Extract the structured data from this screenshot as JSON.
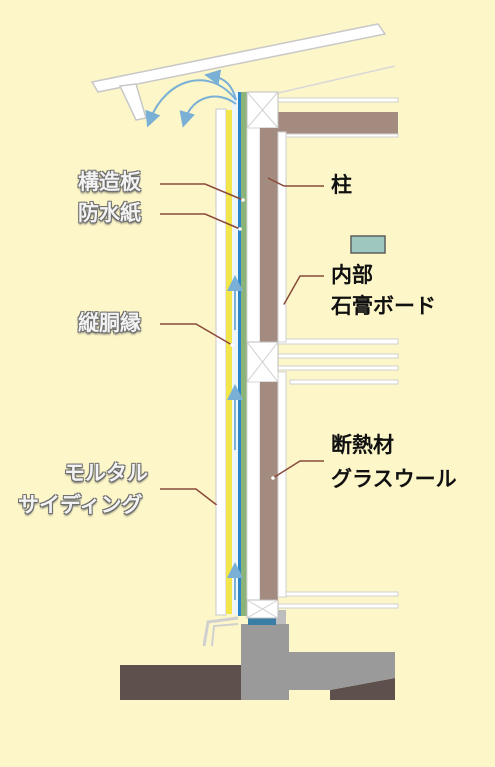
{
  "labels": {
    "kozoban": "構造板",
    "bosuishi": "防水紙",
    "tatedoubuchi": "縦胴縁",
    "mortar_line1": "モルタル",
    "mortar_line2": "サイディング",
    "hashira": "柱",
    "naibu_line1": "内部",
    "naibu_line2": "石膏ボード",
    "dannetsu_line1": "断熱材",
    "dannetsu_line2": "グラスウール"
  },
  "colors": {
    "background": "#fcf6c8",
    "airflow_arrow": "#7ab0d6",
    "waterproof_paper": "#2a86c9",
    "siding": "#f2e64a",
    "stud": "#a38b7f",
    "concrete": "#9a9a9a",
    "ground": "#5e504c"
  }
}
